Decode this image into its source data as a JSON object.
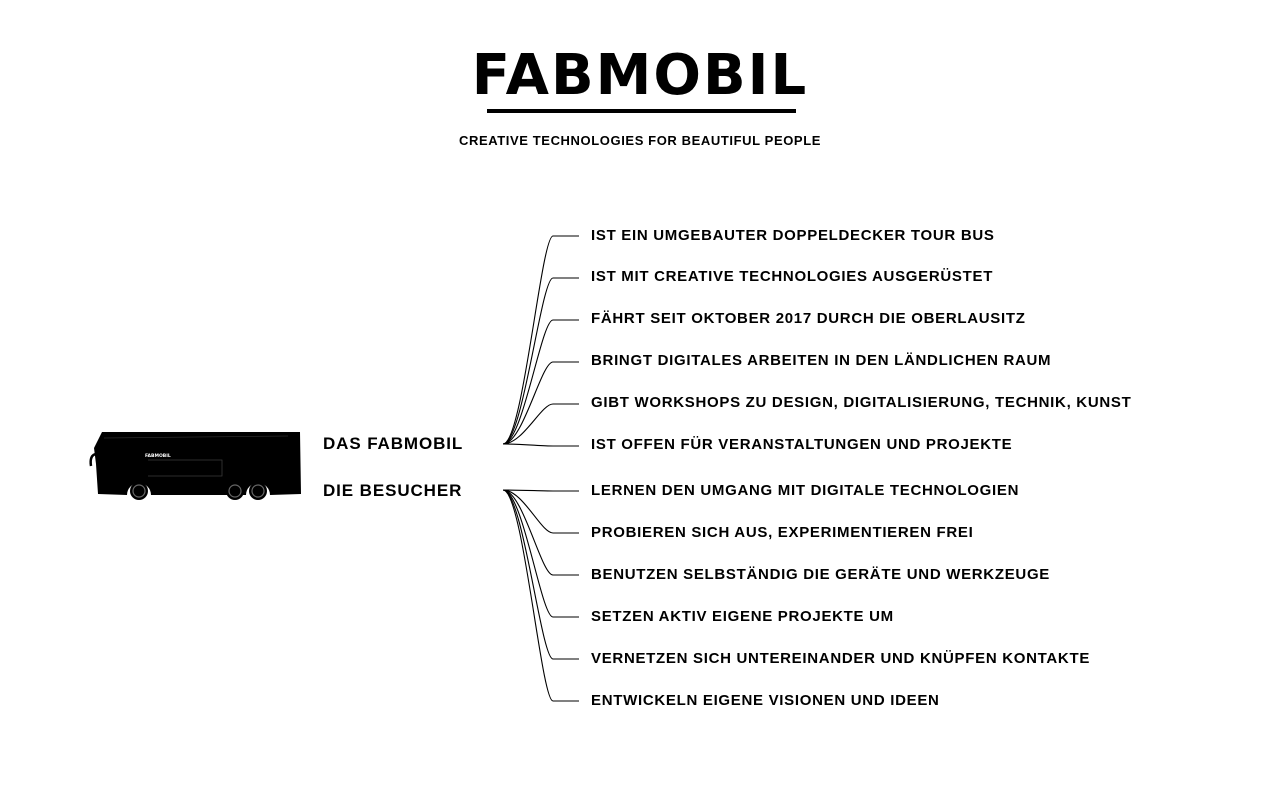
{
  "header": {
    "logo": "FABMOBIL",
    "tagline": "CREATIVE TECHNOLOGIES FOR BEAUTIFUL PEOPLE"
  },
  "bus": {
    "icon": "double-decker-bus-icon",
    "side_lettering": "FABMOBIL"
  },
  "tree": {
    "branches": [
      {
        "label": "DAS FABMOBIL",
        "items": [
          "IST EIN UMGEBAUTER DOPPELDECKER TOUR BUS",
          "IST MIT CREATIVE TECHNOLOGIES AUSGERÜSTET",
          "FÄHRT SEIT OKTOBER 2017 DURCH DIE OBERLAUSITZ",
          "BRINGT DIGITALES ARBEITEN IN DEN LÄNDLICHEN RAUM",
          "GIBT WORKSHOPS ZU DESIGN, DIGITALISIERUNG, TECHNIK, KUNST",
          "IST OFFEN FÜR VERANSTALTUNGEN UND PROJEKTE"
        ]
      },
      {
        "label": "DIE BESUCHER",
        "items": [
          "LERNEN DEN UMGANG MIT DIGITALE TECHNOLOGIEN",
          "PROBIEREN SICH AUS, EXPERIMENTIEREN FREI",
          "BENUTZEN SELBSTÄNDIG DIE GERÄTE UND WERKZEUGE",
          "SETZEN AKTIV EIGENE PROJEKTE UM",
          "VERNETZEN SICH UNTEREINANDER UND KNÜPFEN KONTAKTE",
          "ENTWICKELN EIGENE VISIONEN UND IDEEN"
        ]
      }
    ]
  }
}
